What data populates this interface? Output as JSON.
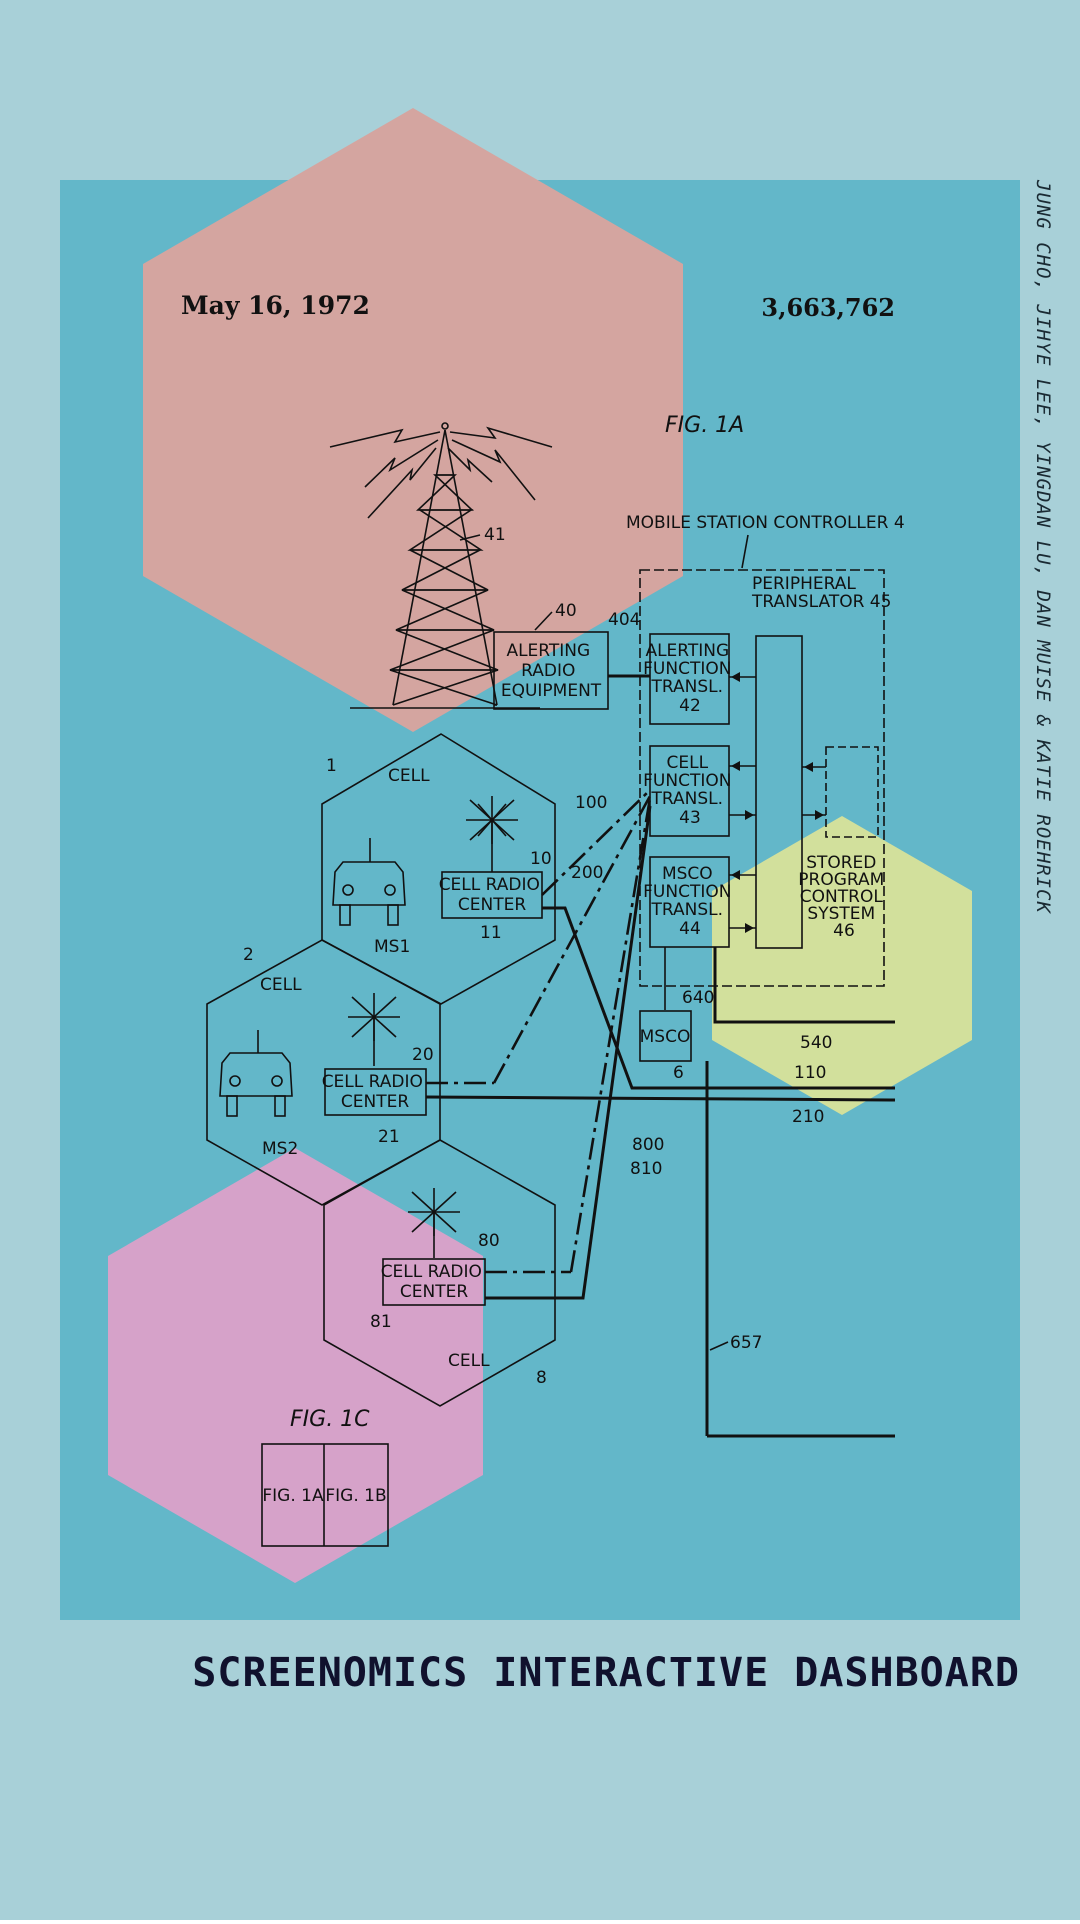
{
  "dashboard": {
    "title": "SCREENOMICS INTERACTIVE DASHBOARD",
    "authors": "JUNG CHO, JIHYE LEE, YINGDAN LU, DAN MUISE & KATIE ROEHRICK"
  },
  "colors": {
    "background": "#a8d0d8",
    "panel": "#63b7c9",
    "hex_salmon": "#d4a5a0",
    "hex_yellow": "#d2e09c",
    "hex_pink": "#d6a2c9",
    "ink": "#111111",
    "title_ink": "#10112d"
  },
  "patent": {
    "date": "May 16, 1972",
    "number": "3,663,762",
    "fig_1a": "FIG. 1A",
    "fig_1c": "FIG. 1C",
    "fig_1c_left": "FIG. 1A",
    "fig_1c_right": "FIG. 1B",
    "mobile_station_controller": "MOBILE  STATION  CONTROLLER  4",
    "peripheral_translator": [
      "PERIPHERAL",
      "TRANSLATOR 45"
    ],
    "alerting_radio_equipment": [
      "ALERTING",
      "RADIO",
      "EQUIPMENT"
    ],
    "alerting_function_transl": [
      "ALERTING",
      "FUNCTION",
      "TRANSL.",
      "42"
    ],
    "cell_function_transl": [
      "CELL",
      "FUNCTION",
      "TRANSL.",
      "43"
    ],
    "msco_function_transl": [
      "MSCO",
      "FUNCTION",
      "TRANSL.",
      "44"
    ],
    "stored_program_control": [
      "STORED",
      "PROGRAM",
      "CONTROL",
      "SYSTEM",
      "46"
    ],
    "msco": "MSCO",
    "cell_radio_center": [
      "CELL RADIO",
      "CENTER"
    ],
    "cell_word": "CELL",
    "ref_numbers": {
      "tower": "41",
      "alerting": "40",
      "link": "404",
      "cell1": "1",
      "cell2": "2",
      "crc1": "10",
      "crc1_label": "11",
      "crc2": "20",
      "crc2_label": "21",
      "crc3": "80",
      "crc3_label": "81",
      "cell3": "8",
      "ms1": "MS1",
      "ms2": "MS2",
      "l100": "100",
      "l200": "200",
      "l640": "640",
      "l540": "540",
      "msco_num": "6",
      "l110": "110",
      "l210": "210",
      "l800": "800",
      "l810": "810",
      "l657": "657"
    }
  }
}
